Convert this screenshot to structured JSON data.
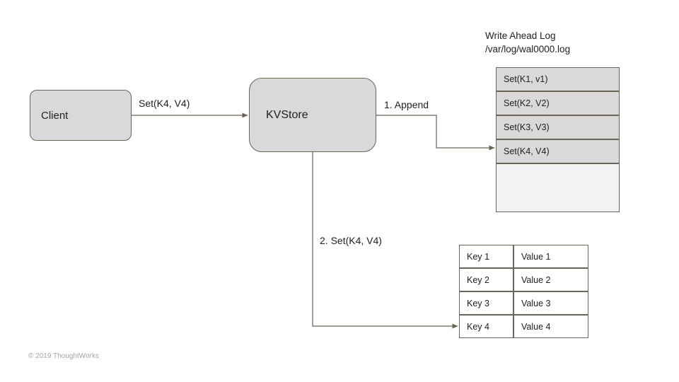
{
  "diagram": {
    "client": {
      "label": "Client"
    },
    "kvstore": {
      "label": "KVStore"
    },
    "edges": {
      "client_to_kvstore": "Set(K4, V4)",
      "kvstore_to_wal": "1. Append",
      "kvstore_to_kvtable": "2. Set(K4, V4)"
    },
    "wal": {
      "title_line1": "Write Ahead Log",
      "title_line2": "/var/log/wal0000.log",
      "rows": [
        "Set(K1, v1)",
        "Set(K2, V2)",
        "Set(K3, V3)",
        "Set(K4, V4)"
      ]
    },
    "kv_table": {
      "rows": [
        {
          "key": "Key 1",
          "value": "Value 1"
        },
        {
          "key": "Key 2",
          "value": "Value 2"
        },
        {
          "key": "Key 3",
          "value": "Value 3"
        },
        {
          "key": "Key 4",
          "value": "Value 4"
        }
      ]
    },
    "footer": "© 2019 ThoughtWorks"
  },
  "colors": {
    "node_fill": "#d9d9d9",
    "node_border": "#6b6459",
    "empty_row_fill": "#f3f3f2",
    "connector": "#6b6459",
    "text": "#212121",
    "footer_text": "#a5a5a5"
  }
}
